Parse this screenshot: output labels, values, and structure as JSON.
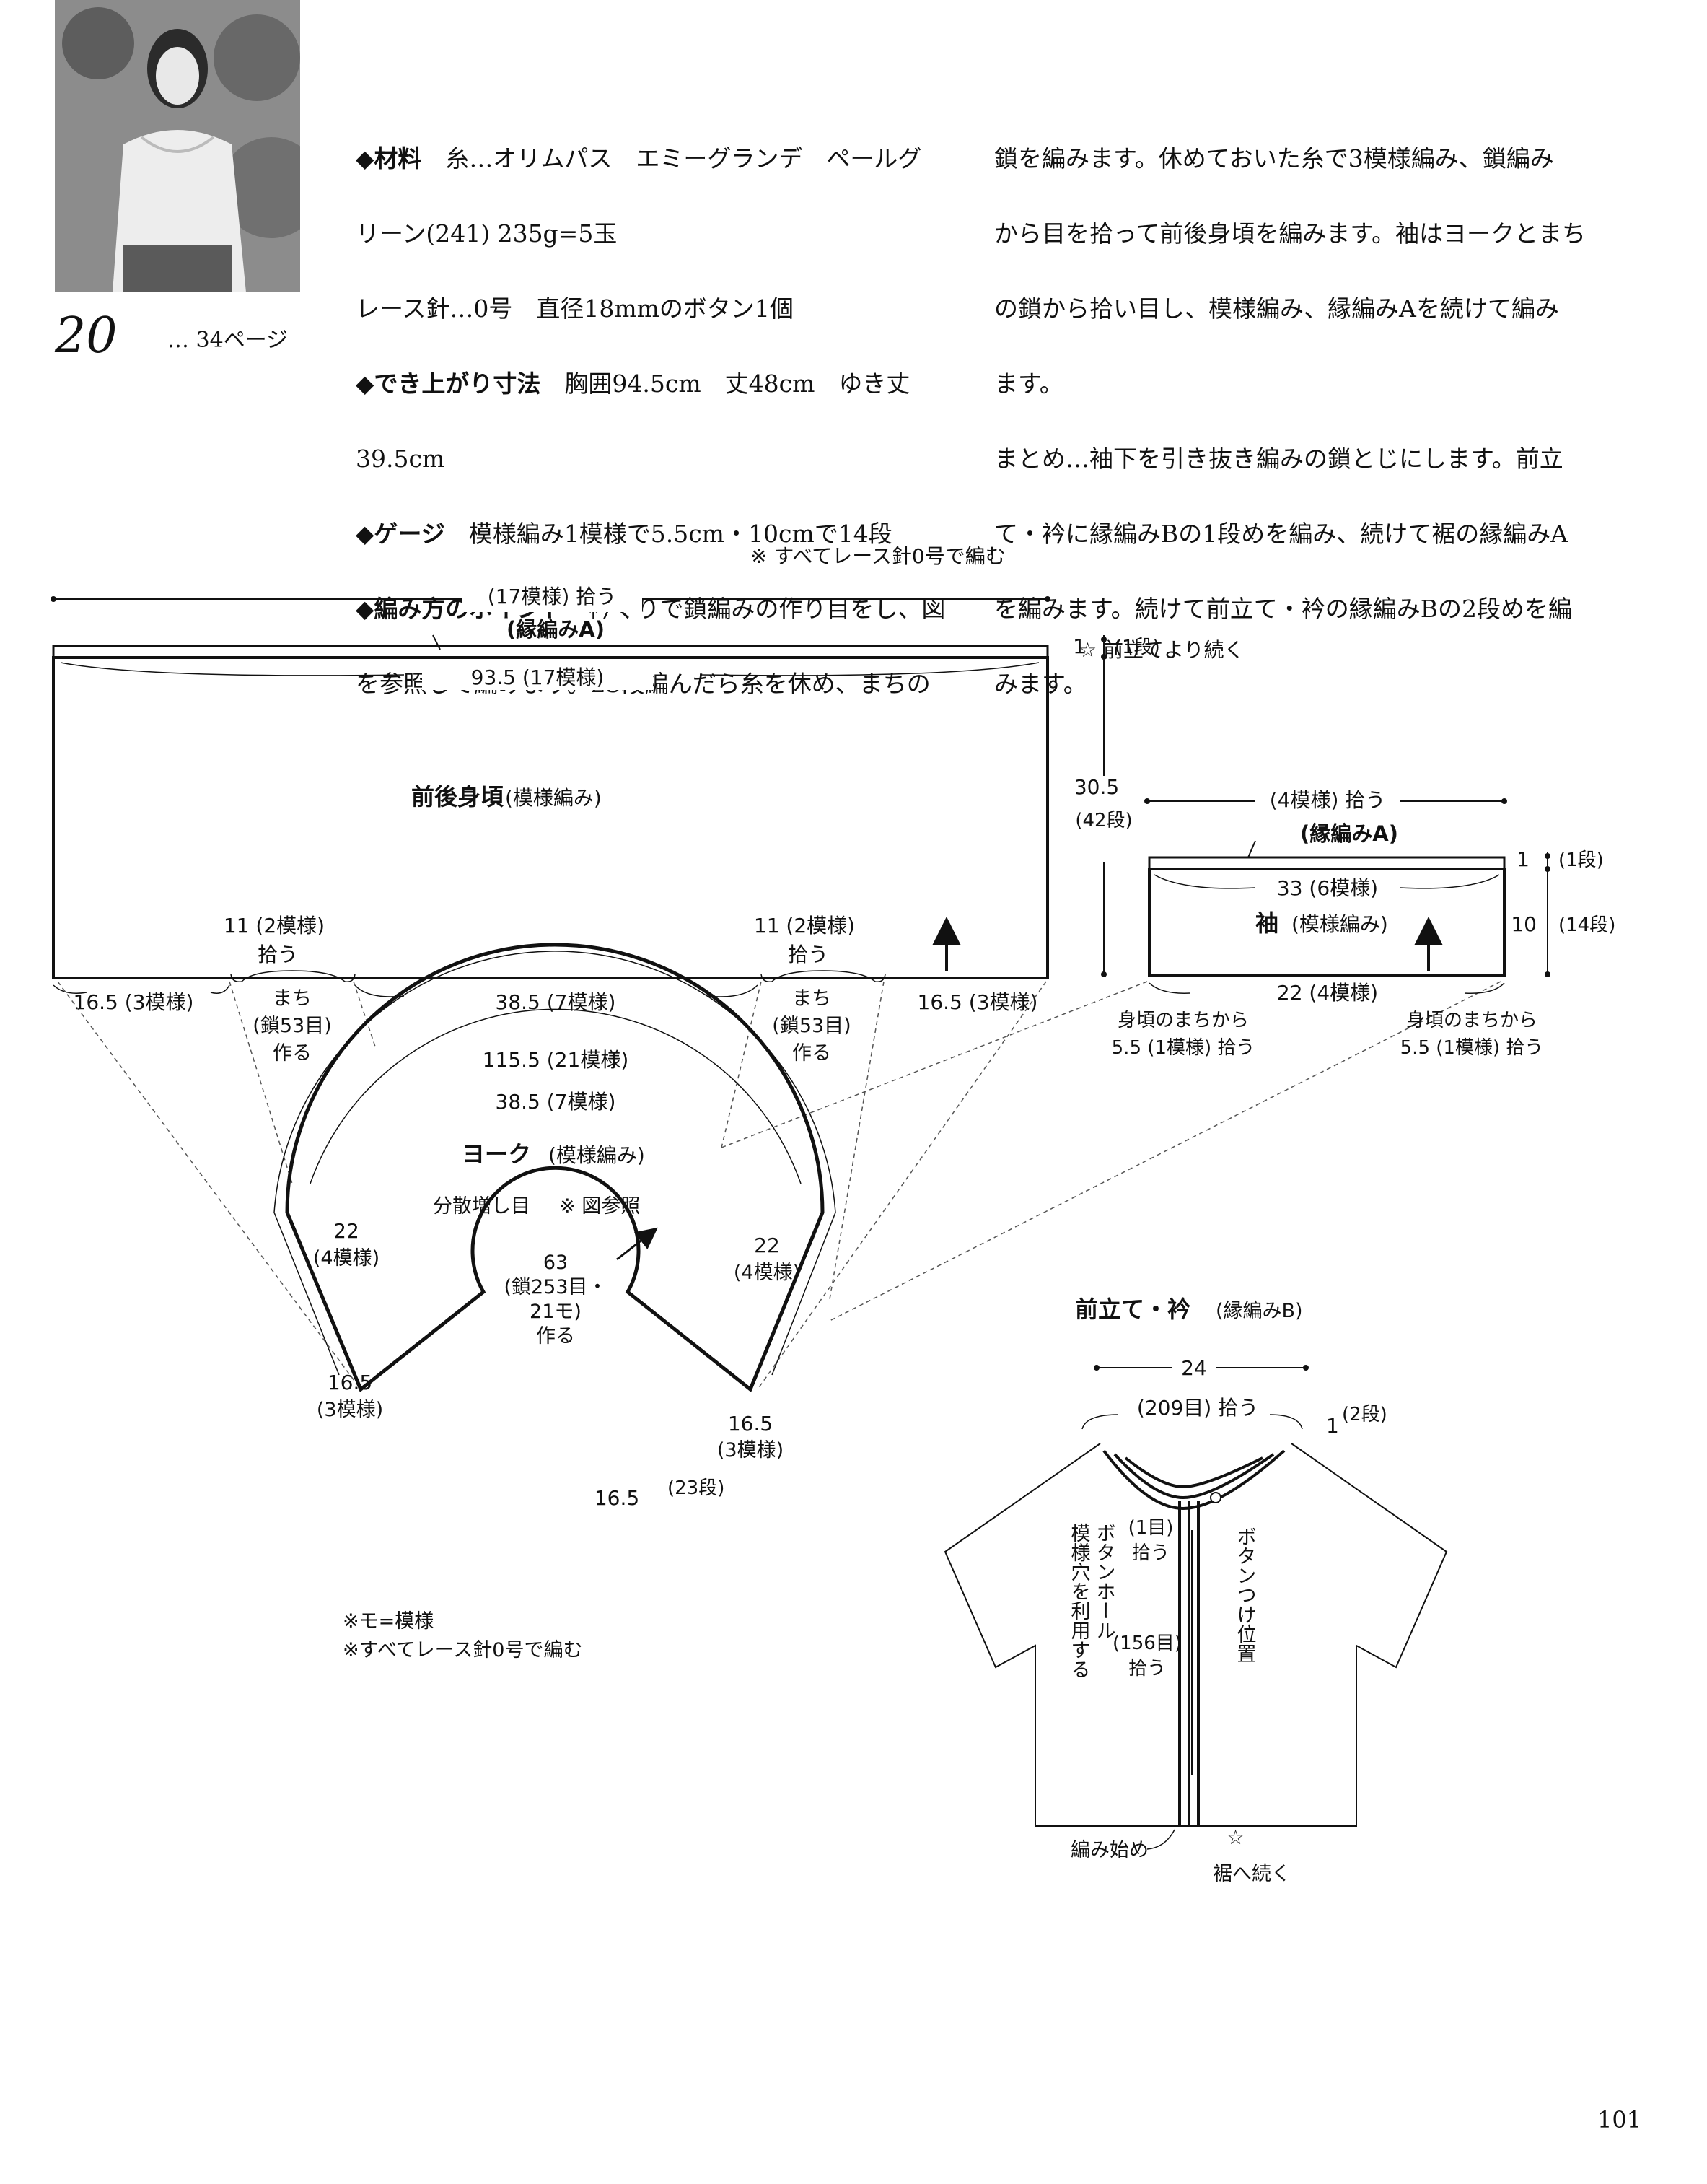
{
  "pattern": {
    "number": "20",
    "page_ref": "… 34ページ"
  },
  "instructions": {
    "col1": [
      {
        "key": "◆材料",
        "text": "　糸…オリムパス　エミーグランデ　ペールグ"
      },
      {
        "key": "",
        "text": "リーン(241) 235g=5玉"
      },
      {
        "key": "",
        "text": "レース針…0号　直径18mmのボタン1個"
      },
      {
        "key": "◆でき上がり寸法",
        "text": "　胸囲94.5cm　丈48cm　ゆき丈"
      },
      {
        "key": "",
        "text": "39.5cm"
      },
      {
        "key": "◆ゲージ",
        "text": "　模様編み1模様で5.5cm・10cmで14段"
      },
      {
        "key": "◆編み方のポイント",
        "text": "　衿ぐりで鎖編みの作り目をし、図"
      },
      {
        "key": "",
        "text": "を参照して編みます。23段編んだら糸を休め、まちの"
      }
    ],
    "col2": [
      "鎖を編みます。休めておいた糸で3模様編み、鎖編み",
      "から目を拾って前後身頃を編みます。袖はヨークとまち",
      "の鎖から拾い目し、模様編み、縁編みAを続けて編み",
      "ます。",
      "まとめ…袖下を引き抜き編みの鎖とじにします。前立",
      "て・衿に縁編みBの1段めを編み、続けて裾の縁編みA",
      "を編みます。続けて前立て・衿の縁編みBの2段めを編",
      "みます。"
    ]
  },
  "diagram": {
    "note_all": "※ すべてレース針0号で編む",
    "body": {
      "pickup": "(17模様) 拾う",
      "edge": "(縁編みA)",
      "width": "93.5 (17模様)",
      "title": "前後身頃",
      "title_sub": "(模様編み)",
      "continue_note": "☆ 前立てより続く",
      "edge_rows": "1",
      "edge_rows_paren": "(1段)",
      "height": "30.5",
      "height_rows": "(42段)",
      "under_pick_left": "11 (2模様)",
      "under_pick_left2": "拾う",
      "under_pick_right": "11 (2模様)",
      "under_pick_right2": "拾う",
      "bottom_left": "16.5 (3模様)",
      "bottom_mid": "38.5 (7模様)",
      "bottom_right": "16.5 (3模様)",
      "gusset_line1": "まち",
      "gusset_line2": "(鎖53目)",
      "gusset_line3": "作る"
    },
    "sleeve": {
      "pickup": "(4模様) 拾う",
      "edge": "(縁編みA)",
      "width": "33 (6模様)",
      "title": "袖",
      "title_sub": "(模様編み)",
      "edge_rows": "1",
      "edge_rows_paren": "(1段)",
      "height": "10",
      "height_rows": "(14段)",
      "bottom": "22 (4模様)",
      "pick_left_1": "身頃のまちから",
      "pick_left_2": "5.5 (1模様) 拾う",
      "pick_right_1": "身頃のまちから",
      "pick_right_2": "5.5 (1模様) 拾う"
    },
    "yoke": {
      "outer": "115.5 (21模様)",
      "inner": "38.5 (7模様)",
      "title": "ヨーク",
      "title_sub": "(模様編み)",
      "increase": "分散増し目",
      "refer": "※ 図参照",
      "left_side": "22",
      "left_side2": "(4模様)",
      "right_side": "22",
      "right_side2": "(4模様)",
      "neck1": "63",
      "neck2": "(鎖253目・",
      "neck3": "21モ)",
      "neck4": "作る",
      "left_lower": "16.5",
      "left_lower2": "(3模様)",
      "right_lower": "16.5",
      "right_lower2": "(3模様)",
      "depth": "16.5",
      "depth_rows": "(23段)"
    },
    "notes": [
      "※モ=模様",
      "※すべてレース針0号で編む"
    ],
    "placket": {
      "title": "前立て・衿",
      "title_sub": "(縁編みB)",
      "width": "24",
      "pickup": "(209目) 拾う",
      "rows": "1",
      "rows_paren": "(2段)",
      "buttonhole": "ボタンホール",
      "buttonhole2": "模様穴を利用する",
      "pick_top": "(1目)",
      "pick_top2": "拾う",
      "pick_main": "(156目)",
      "pick_main2": "拾う",
      "button_pos": "ボタンつけ位置",
      "start": "編み始め",
      "continue_hem": "☆",
      "continue_hem2": "裾へ続く"
    }
  },
  "page_number": "101"
}
